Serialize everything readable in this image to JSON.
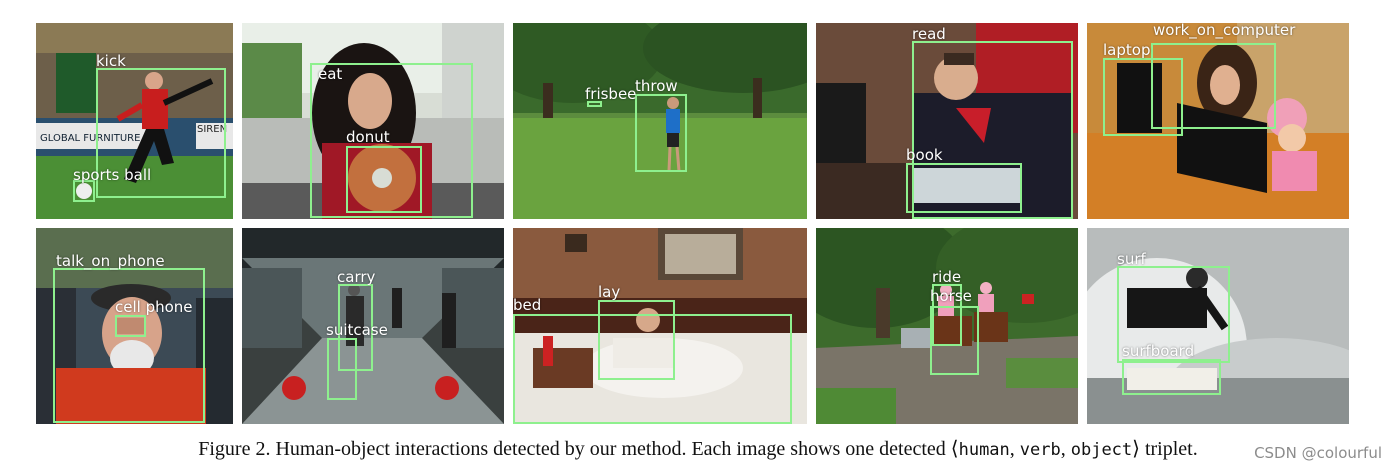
{
  "panels": [
    {
      "id": "kick",
      "labels": [
        "kick",
        "sports ball"
      ],
      "sign_text": [
        "GLOBAL FURNITURE",
        "SIREN"
      ]
    },
    {
      "id": "eat",
      "labels": [
        "eat",
        "donut"
      ]
    },
    {
      "id": "throw",
      "labels": [
        "frisbee",
        "throw"
      ]
    },
    {
      "id": "read",
      "labels": [
        "read",
        "book"
      ]
    },
    {
      "id": "work",
      "labels": [
        "laptop",
        "work_on_computer"
      ]
    },
    {
      "id": "talk",
      "labels": [
        "talk_on_phone",
        "cell phone"
      ]
    },
    {
      "id": "carry",
      "labels": [
        "carry",
        "suitcase"
      ]
    },
    {
      "id": "lay",
      "labels": [
        "bed",
        "lay"
      ]
    },
    {
      "id": "ride",
      "labels": [
        "ride",
        "horse"
      ]
    },
    {
      "id": "surf",
      "labels": [
        "surf",
        "surfboard"
      ]
    }
  ],
  "caption": {
    "prefix": "Figure 2. Human-object interactions detected by our method. Each image shows one detected ⟨",
    "w1": "human",
    "sep1": ", ",
    "w2": "verb",
    "sep2": ", ",
    "w3": "object",
    "suffix": "⟩ triplet."
  },
  "watermark": "CSDN @colourful",
  "colors": {
    "box": "#8ef08e",
    "label": "#ffffff"
  }
}
